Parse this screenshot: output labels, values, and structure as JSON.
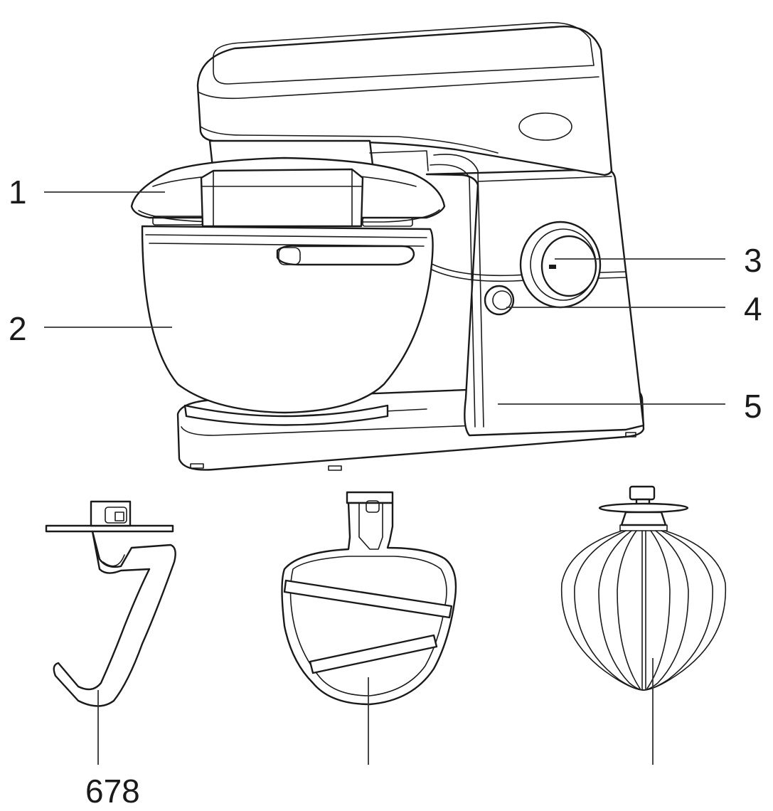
{
  "callouts": {
    "c1": "1",
    "c2": "2",
    "c3": "3",
    "c4": "4",
    "c5": "5",
    "c678": "678"
  },
  "colors": {
    "line": "#1a1a1a",
    "background": "#ffffff"
  }
}
